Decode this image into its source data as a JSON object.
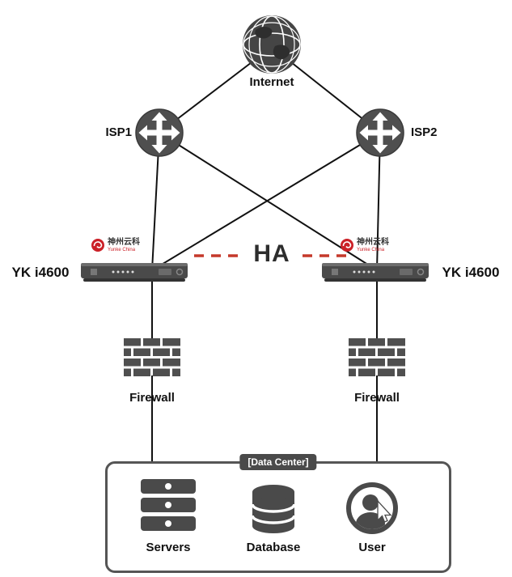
{
  "diagram": {
    "internet": {
      "label": "Internet"
    },
    "isp1": {
      "label": "ISP1"
    },
    "isp2": {
      "label": "ISP2"
    },
    "yk_left": {
      "label": "YK i4600",
      "brand": "神州云科",
      "brand_sub": "Yunke China"
    },
    "yk_right": {
      "label": "YK i4600",
      "brand": "神州云科",
      "brand_sub": "Yunke China"
    },
    "ha": {
      "label": "HA",
      "style": "dashed",
      "color": "#c5392b"
    },
    "firewall_left": {
      "label": "Firewall"
    },
    "firewall_right": {
      "label": "Firewall"
    },
    "datacenter": {
      "label": "[Data Center]"
    },
    "servers": {
      "label": "Servers"
    },
    "database": {
      "label": "Database"
    },
    "user": {
      "label": "User"
    },
    "edges": [
      {
        "from": "internet",
        "to": "isp1"
      },
      {
        "from": "internet",
        "to": "isp2"
      },
      {
        "from": "isp1",
        "to": "yk_left"
      },
      {
        "from": "isp1",
        "to": "yk_right"
      },
      {
        "from": "isp2",
        "to": "yk_left"
      },
      {
        "from": "isp2",
        "to": "yk_right"
      },
      {
        "from": "yk_left",
        "to": "yk_right",
        "type": "ha-dashed"
      },
      {
        "from": "yk_left",
        "to": "firewall_left"
      },
      {
        "from": "yk_right",
        "to": "firewall_right"
      },
      {
        "from": "firewall_left",
        "to": "datacenter"
      },
      {
        "from": "firewall_right",
        "to": "datacenter"
      }
    ],
    "colors": {
      "icon": "#4a4a4a",
      "line": "#111111",
      "ha_line": "#c5392b",
      "brand_red": "#cb2027"
    }
  }
}
